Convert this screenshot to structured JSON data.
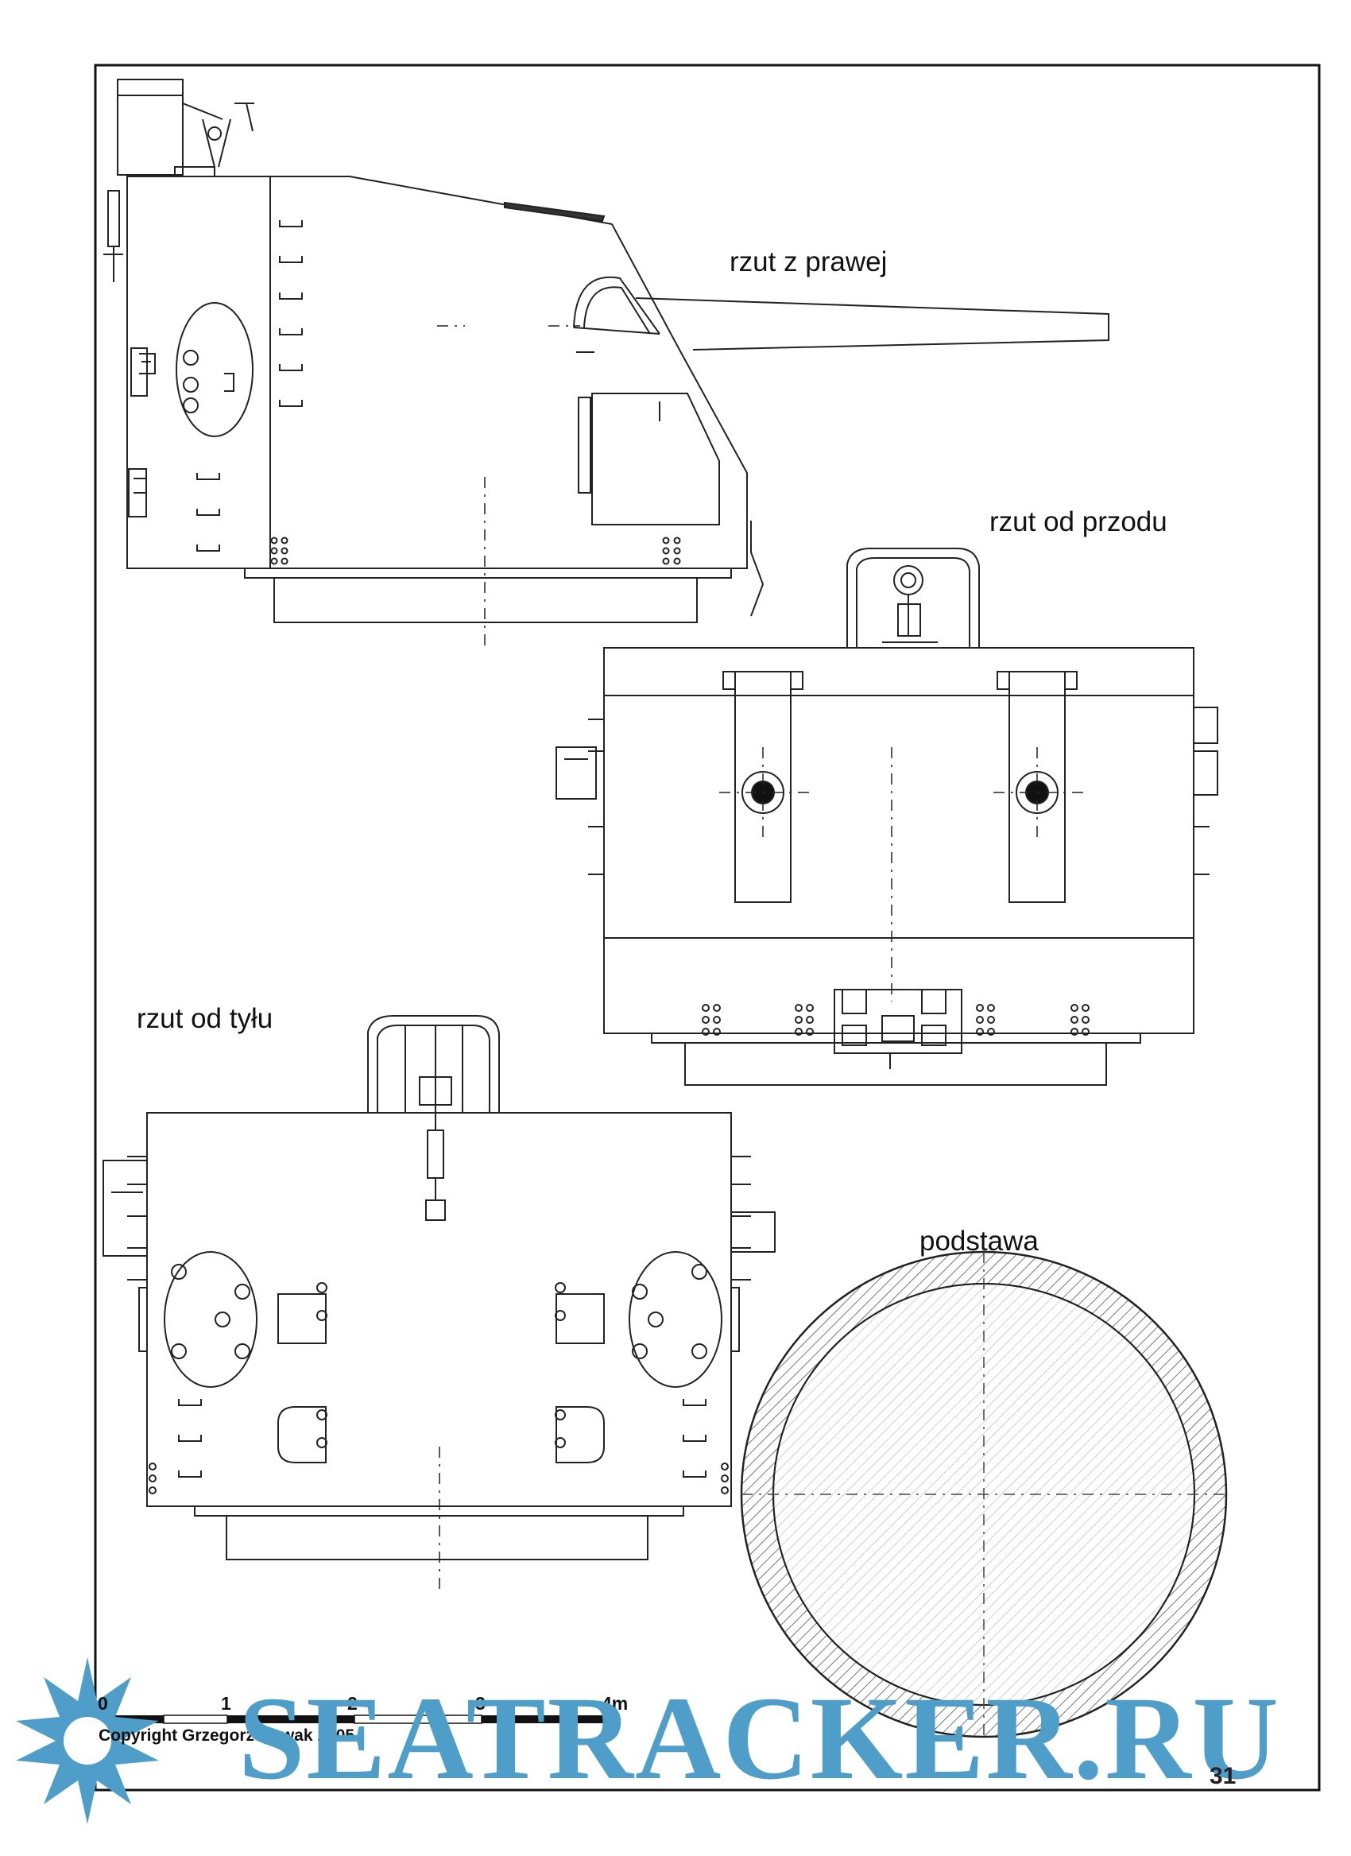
{
  "labels": {
    "right_view": "rzut z prawej",
    "front_view": "rzut od przodu",
    "rear_view": "rzut od tyłu",
    "base": "podstawa"
  },
  "scale_bar": {
    "ticks": [
      "0",
      "1",
      "2",
      "3",
      "4m"
    ]
  },
  "copyright": "Copyright Grzegorz Nowak 2005",
  "page_number": "31",
  "watermark": {
    "text": "SEATRACKER.RU",
    "color": "#4f9ec9"
  }
}
